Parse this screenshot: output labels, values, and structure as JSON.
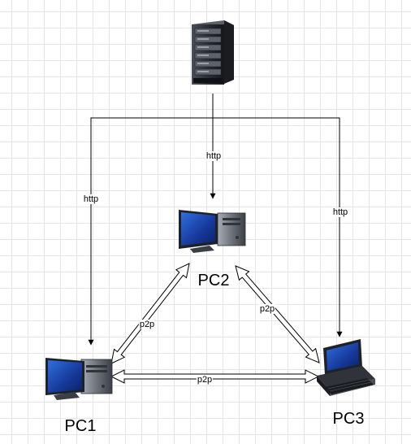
{
  "nodes": {
    "server": {
      "icon": "server-rack-icon"
    },
    "pc1": {
      "label": "PC1",
      "icon": "desktop-computer-icon"
    },
    "pc2": {
      "label": "PC2",
      "icon": "desktop-computer-icon"
    },
    "pc3": {
      "label": "PC3",
      "icon": "desktop-workstation-icon"
    }
  },
  "edges": {
    "server_pc1": {
      "label": "http"
    },
    "server_pc2": {
      "label": "http"
    },
    "server_pc3": {
      "label": "http"
    },
    "pc1_pc2": {
      "label": "p2p"
    },
    "pc2_pc3": {
      "label": "p2p"
    },
    "pc1_pc3": {
      "label": "p2p"
    }
  },
  "colors": {
    "line": "#000000",
    "grid": "#e6e6e6",
    "screen": "#1b3f9c",
    "case_dark": "#2a2d33",
    "case_light": "#8b9099"
  }
}
